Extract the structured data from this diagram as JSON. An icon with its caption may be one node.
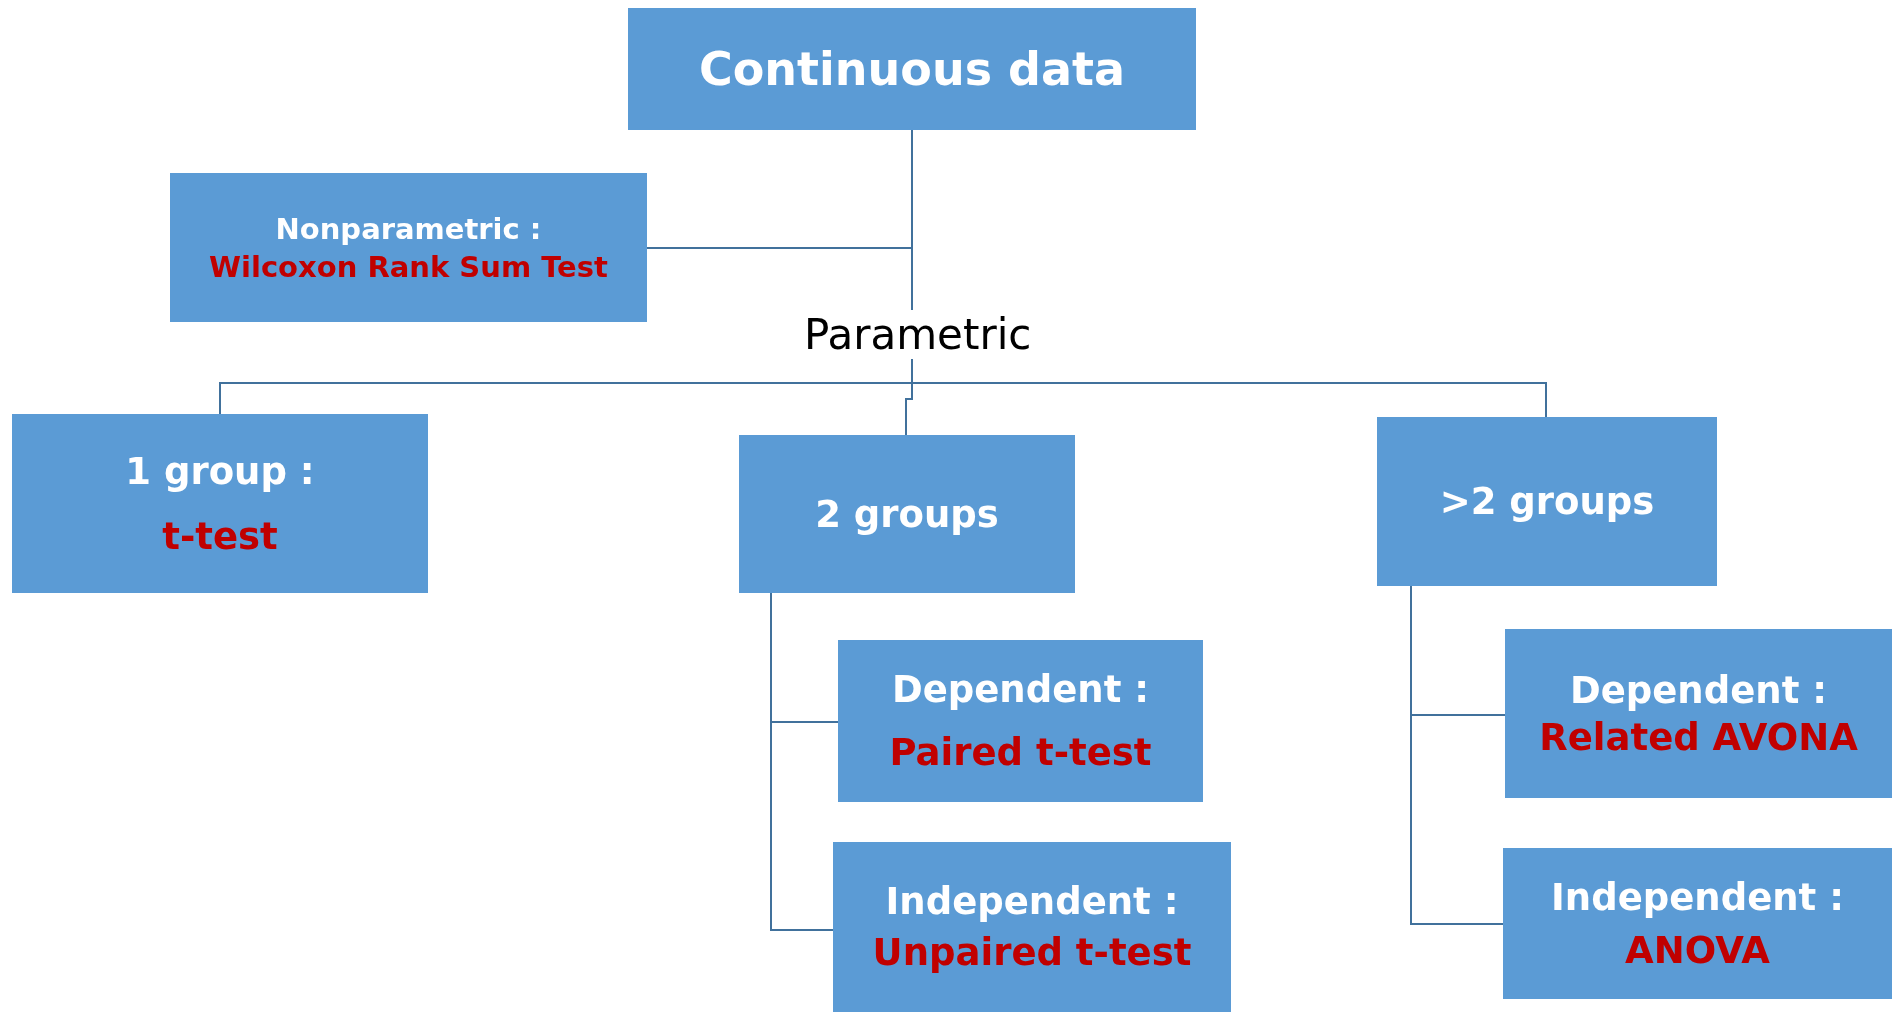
{
  "diagram": {
    "nodes": [
      {
        "text": [
          "Continuous data"
        ]
      },
      {
        "text": [
          "Nonparametric :",
          "Wilcoxon Rank Sum Test"
        ]
      },
      {
        "text": [
          "1 group :",
          "t-test"
        ]
      },
      {
        "text": [
          "2 groups"
        ]
      },
      {
        "text": [
          ">2 groups"
        ]
      },
      {
        "text": [
          "Dependent :",
          "Paired t-test"
        ]
      },
      {
        "text": [
          "Independent :",
          "Unpaired t-test"
        ]
      },
      {
        "text": [
          "Dependent :",
          "Related AVONA"
        ]
      },
      {
        "text": [
          "Independent :",
          "ANOVA"
        ]
      }
    ],
    "edges": [
      {
        "from": 0,
        "to": 1,
        "arrow": "none"
      },
      {
        "from": 0,
        "to": 2,
        "arrow": "none"
      },
      {
        "from": 0,
        "to": 3,
        "arrow": "none"
      },
      {
        "from": 0,
        "to": 4,
        "arrow": "none"
      },
      {
        "from": 3,
        "to": 5,
        "arrow": "none"
      },
      {
        "from": 3,
        "to": 6,
        "arrow": "none"
      },
      {
        "from": 4,
        "to": 7,
        "arrow": "none"
      },
      {
        "from": 4,
        "to": 8,
        "arrow": "none"
      }
    ],
    "labels": [
      "Parametric"
    ]
  }
}
